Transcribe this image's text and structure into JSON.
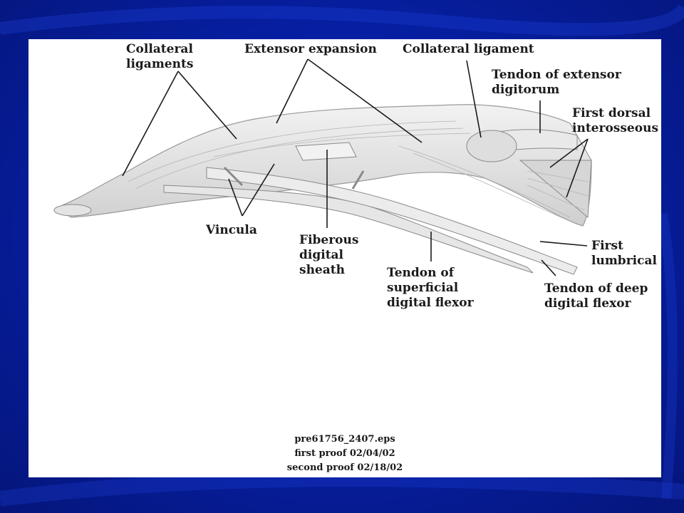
{
  "labels": {
    "collateral_ligaments": "Collateral\nligaments",
    "extensor_expansion": "Extensor expansion",
    "collateral_ligament": "Collateral ligament",
    "tendon_extensor_digitorum": "Tendon of extensor\ndigitorum",
    "first_dorsal_interosseous": "First dorsal\ninterosseous",
    "vincula": "Vincula",
    "fiberous_digital_sheath": "Fiberous\ndigital\nsheath",
    "tendon_superficial_flexor": "Tendon of\nsuperficial\ndigital flexor",
    "first_lumbrical": "First\nlumbrical",
    "tendon_deep_flexor": "Tendon of deep\ndigital flexor"
  },
  "proof_lines": {
    "file": "pre61756_2407.eps",
    "first": "first proof 02/04/02",
    "second": "second proof 02/18/02"
  },
  "colors": {
    "background_blue": "#0620a6",
    "slide": "#ffffff",
    "line": "#1a1a1a"
  }
}
